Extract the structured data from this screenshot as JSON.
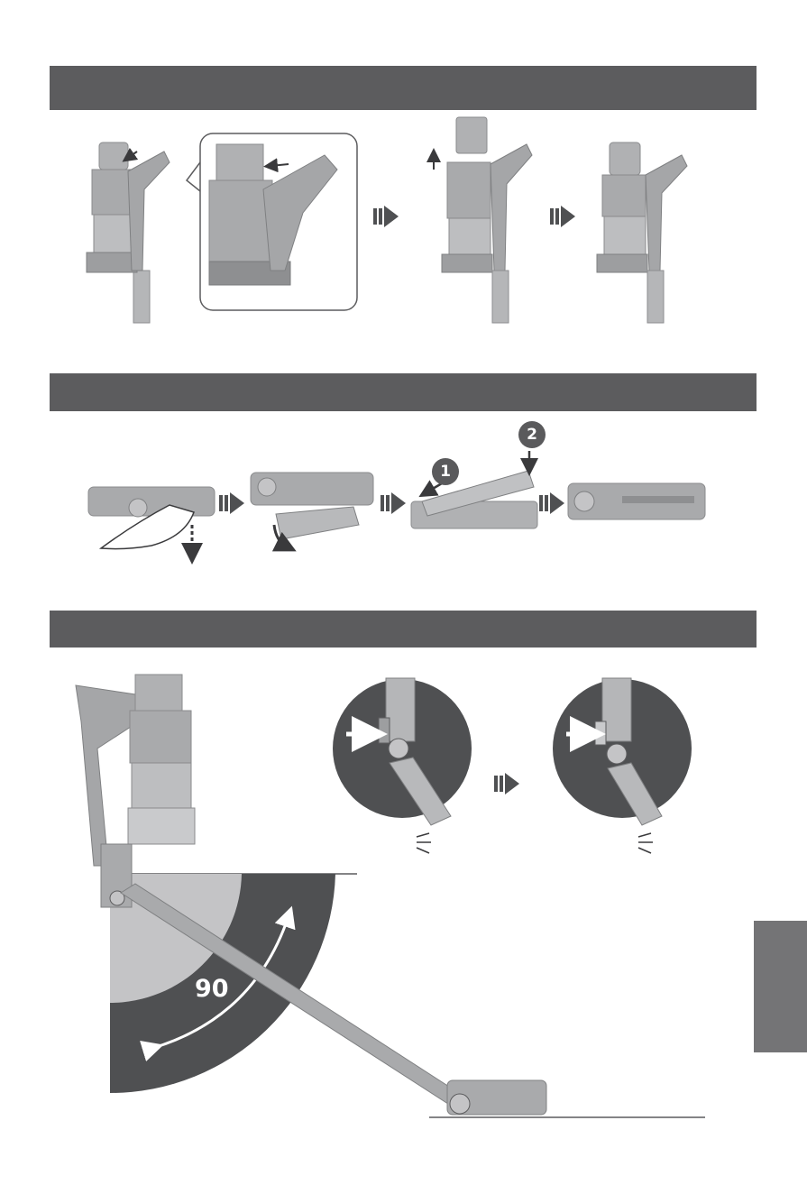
{
  "sections": [
    {
      "id": "battery-replacement"
    },
    {
      "id": "brush-roller-replacement"
    },
    {
      "id": "nozzle-angle"
    }
  ],
  "steps": {
    "step_1": "1",
    "step_2": "2"
  },
  "angle": {
    "value": "90"
  },
  "colors": {
    "section_bar": "#5c5c5e",
    "side_tab": "#747476",
    "device": "#a9aaac",
    "dark_fill": "#4f5052",
    "light_fill": "#c4c4c6"
  }
}
